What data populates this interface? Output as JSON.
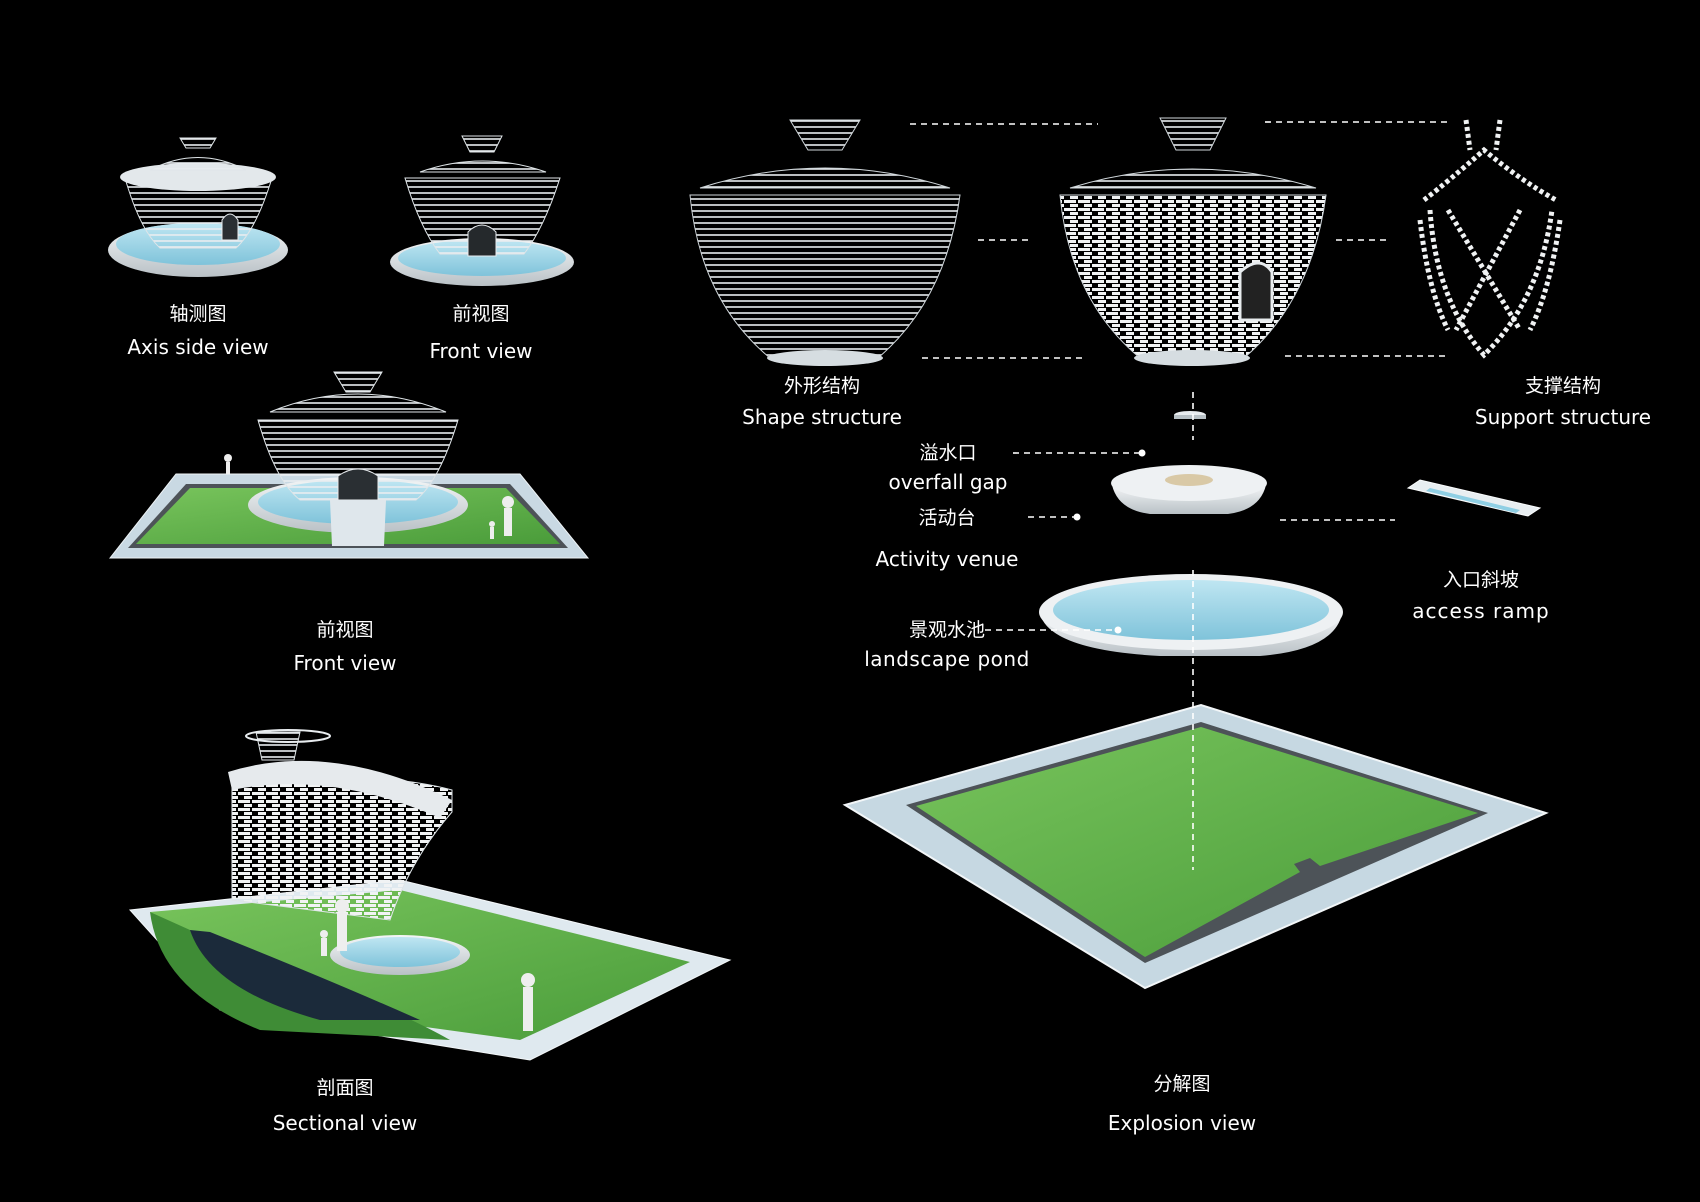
{
  "colors": {
    "background": "#000000",
    "lawn": "#5db347",
    "water": "#9fd4e6",
    "structure": "#e8ecef",
    "paving": "#cfe0ea",
    "line": "#ffffff"
  },
  "labels": {
    "axis_side": {
      "zh": "轴测图",
      "en": "Axis side view"
    },
    "front_small": {
      "zh": "前视图",
      "en": "Front view"
    },
    "front_large": {
      "zh": "前视图",
      "en": "Front view"
    },
    "sectional": {
      "zh": "剖面图",
      "en": "Sectional  view"
    },
    "explosion": {
      "zh": "分解图",
      "en": "Explosion view"
    },
    "shape_structure": {
      "zh": "外形结构",
      "en": "Shape structure"
    },
    "support_structure": {
      "zh": "支撑结构",
      "en": "Support structure"
    },
    "overfall_gap": {
      "zh": "溢水口",
      "en": "overfall gap"
    },
    "activity_venue": {
      "zh": "活动台",
      "en": "Activity venue"
    },
    "access_ramp": {
      "zh": "入口斜坡",
      "en": "access ramp"
    },
    "landscape_pond": {
      "zh": "景观水池",
      "en": "landscape pond"
    }
  }
}
